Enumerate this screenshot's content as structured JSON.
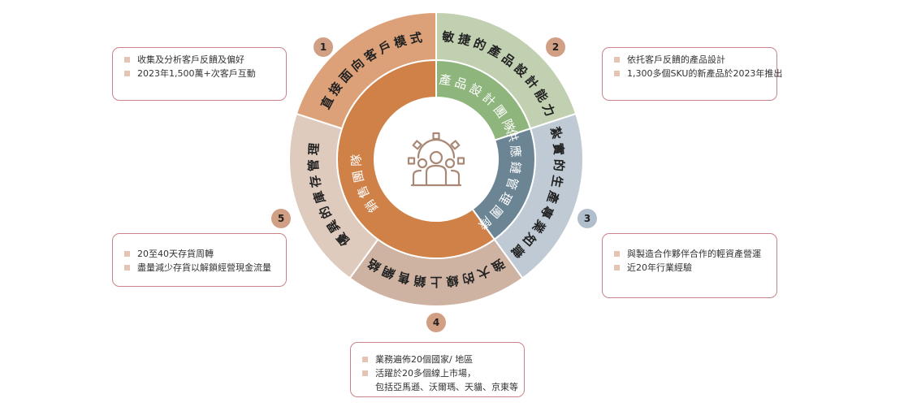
{
  "center_icon": "team-gear-icon",
  "colors": {
    "seg1": "#dda17a",
    "seg2": "#c1d0b0",
    "seg3": "#bfcad4",
    "seg4": "#cfb3a2",
    "seg5": "#dfcbbe",
    "inner_sales": "#cf8148",
    "inner_product": "#8eb57c",
    "inner_supply": "#6c8595",
    "badge": "#d19f83",
    "badge3": "#b0bfcb",
    "box_border": "#c9838a",
    "bullet": "#e6c4b4"
  },
  "segments": [
    {
      "number": "1",
      "label": "直接面向客戶模式"
    },
    {
      "number": "2",
      "label": "敏捷的產品設計能力"
    },
    {
      "number": "3",
      "label": "紮實的生產專業知識"
    },
    {
      "number": "4",
      "label": "強大的線上銷售網絡"
    },
    {
      "number": "5",
      "label": "優異的庫存管理"
    }
  ],
  "inner": {
    "product": "產品設計團隊",
    "supply": "供應鏈管理團隊",
    "sales": "銷售團隊"
  },
  "boxes": {
    "b1": [
      "收集及分析客戶反饋及偏好",
      "2023年1,500萬+次客戶互動"
    ],
    "b2": [
      "依托客戶反饋的產品設計",
      "1,300多個SKU的新產品於2023年推出"
    ],
    "b3": [
      "與製造合作夥伴合作的輕資產營運",
      "近20年行業經驗"
    ],
    "b4": [
      "業務遍佈20個國家/ 地區",
      "活躍於20多個線上市場，",
      "包括亞馬遜、沃爾瑪、天貓、京東等"
    ],
    "b5": [
      "20至40天存貨周轉",
      "盡量減少存貨以解鎖經營現金流量"
    ]
  }
}
